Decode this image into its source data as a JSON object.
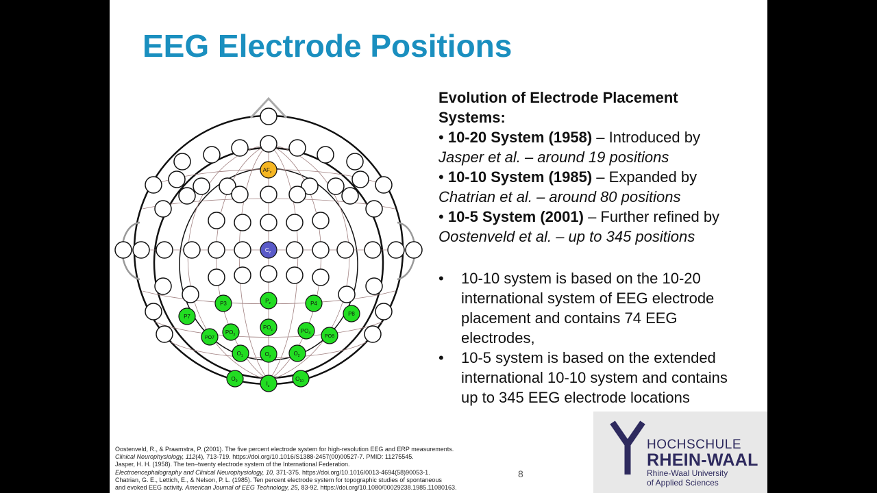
{
  "slide": {
    "title": "EEG Electrode Positions",
    "page_number": "8"
  },
  "diagram": {
    "labels": {
      "AFz": "AF",
      "AFz_sub": "z",
      "Cz": "C",
      "Cz_sub": "z",
      "Pz": "P",
      "Pz_sub": "z",
      "POz": "PO",
      "POz_sub": "z",
      "Oz": "O",
      "Oz_sub": "z",
      "Iz": "I",
      "Iz_sub": "z",
      "O1": "O",
      "O1_sub": "1",
      "O2": "O",
      "O2_sub": "2",
      "O9": "O",
      "O9_sub": "9",
      "O10": "O",
      "O10_sub": "10",
      "PO3": "PO",
      "PO3_sub": "3",
      "PO4": "PO",
      "PO4_sub": "4",
      "PO7": "PO7",
      "PO8": "PO8",
      "P3": "P3",
      "P4": "P4",
      "P7": "P7",
      "P8": "P8"
    },
    "colors": {
      "highlight_frontal": "#f5b623",
      "highlight_central": "#5a5ac8",
      "highlight_posterior": "#22dd22"
    }
  },
  "evolution": {
    "heading_line1": "Evolution of Electrode Placement",
    "heading_line2": "Systems:",
    "items": [
      {
        "bullet": "•",
        "system": "10-20 System (1958)",
        "rest1": " – Introduced by",
        "line2": "Jasper et al. – around 19 positions"
      },
      {
        "bullet": "•",
        "system": "10-10 System (1985)",
        "rest1": " – Expanded by",
        "line2": "Chatrian et al. – around 80 positions"
      },
      {
        "bullet": "•",
        "system": "10-5 System (2001)",
        "rest1": " – Further refined by",
        "line2": "Oostenveld et al. – up to 345 positions"
      }
    ]
  },
  "bullets": [
    {
      "dot": "•",
      "lines": [
        "10-10 system is based on the 10-20",
        "international system of EEG electrode",
        "placement and contains 74 EEG",
        "electrodes,"
      ]
    },
    {
      "dot": "•",
      "lines": [
        "10-5 system is based on the extended",
        "international 10-10 system and contains",
        "up to 345 EEG electrode locations"
      ]
    }
  ],
  "references": [
    {
      "text": "Oostenveld, R., & Praamstra, P. (2001). The five percent electrode system for high-resolution EEG and ERP measurements."
    },
    {
      "italic": "Clinical Neurophysiology, 112",
      "text": "(4), 713-719. https://doi.org/10.1016/S1388-2457(00)00527-7. PMID: 11275545."
    },
    {
      "text": "Jasper, H. H. (1958). The ten–twenty electrode system of the International Federation."
    },
    {
      "italic": "Electroencephalography and Clinical Neurophysiology, 10,",
      "text": " 371-375. https://doi.org/10.1016/0013-4694(58)90053-1."
    },
    {
      "text": "Chatrian, G. E., Lettich, E., & Nelson, P. L. (1985). Ten percent electrode system for topographic studies of spontaneous"
    },
    {
      "pre": "and evoked EEG activity. ",
      "italic": "American Journal of EEG Technology, 25,",
      "text": " 83-92. https://doi.org/10.1080/00029238.1985.11080163."
    }
  ],
  "logo": {
    "line1": "HOCHSCHULE",
    "line2": "RHEIN-WAAL",
    "line3": "Rhine-Waal University",
    "line4": "of Applied Sciences",
    "color": "#2e2a5e"
  }
}
